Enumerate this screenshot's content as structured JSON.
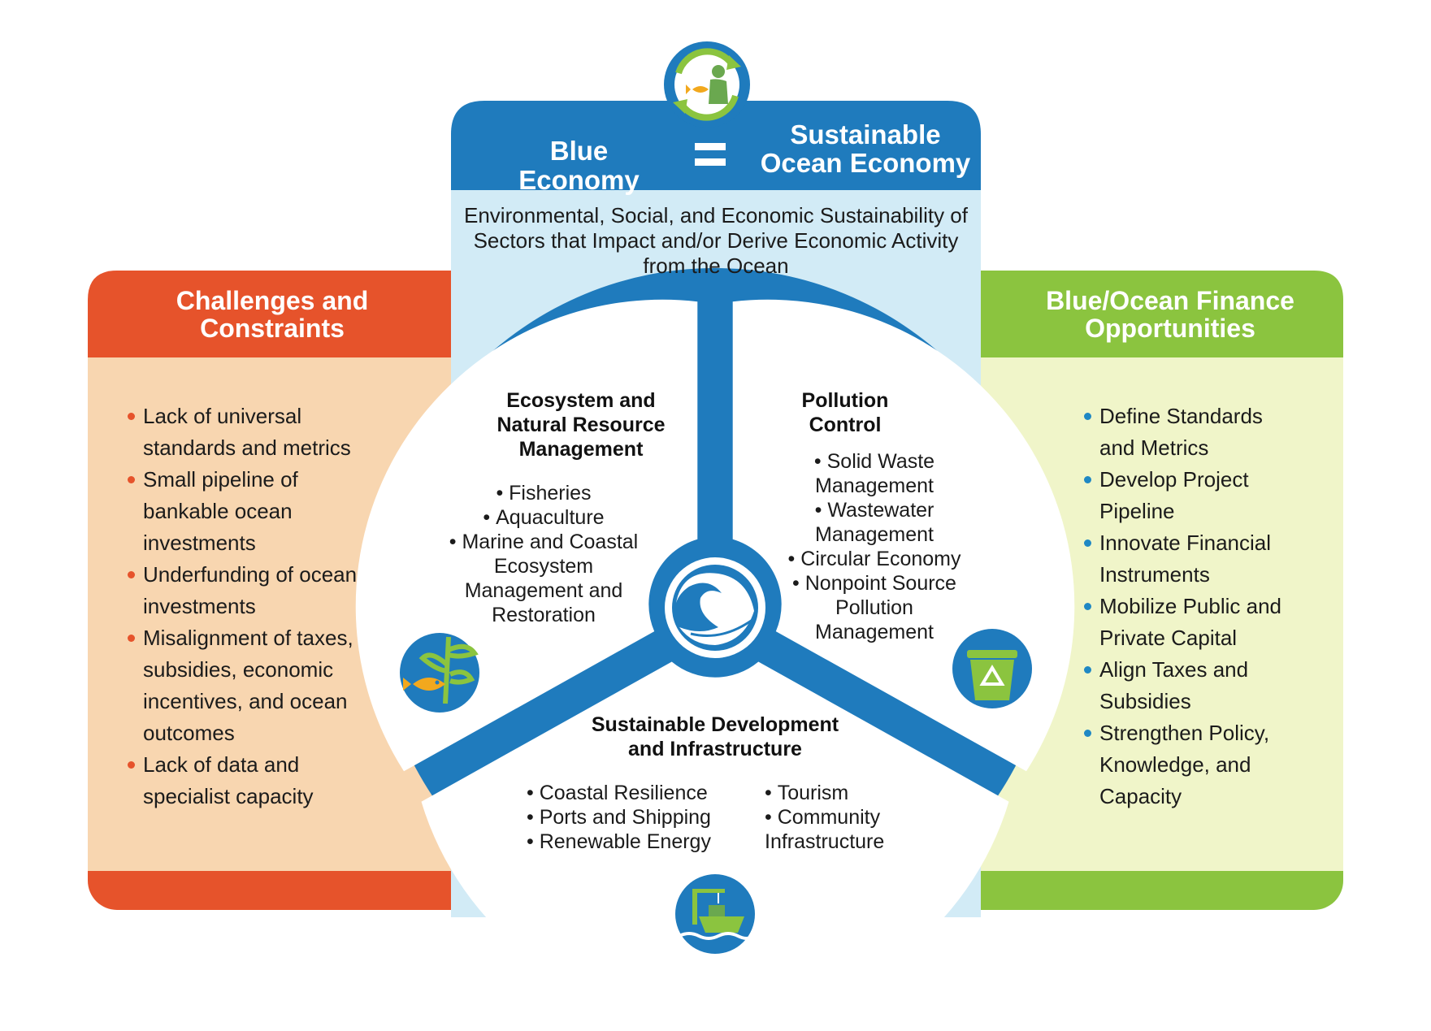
{
  "header": {
    "left_label": "Blue Economy",
    "equals_symbol": "=",
    "right_label_line1": "Sustainable",
    "right_label_line2": "Ocean Economy"
  },
  "subtitle": "Environmental, Social, and Economic Sustainability of Sectors that Impact and/or Derive Economic Activity from the Ocean",
  "challenges": {
    "title_line1": "Challenges and",
    "title_line2": "Constraints",
    "items": [
      "Lack of universal standards and metrics",
      "Small pipeline of bankable ocean investments",
      "Underfunding of ocean investments",
      "Misalignment of taxes, subsidies, economic incentives, and ocean outcomes",
      "Lack of data and specialist capacity"
    ]
  },
  "finance": {
    "title_line1": "Blue/Ocean Finance",
    "title_line2": "Opportunities",
    "items": [
      "Define Standards and Metrics",
      "Develop Project Pipeline",
      "Innovate Financial Instruments",
      "Mobilize Public and Private Capital",
      "Align Taxes and Subsidies",
      "Strengthen Policy, Knowledge, and Capacity"
    ]
  },
  "segments": {
    "ecosystem": {
      "title": "Ecosystem and Natural Resource Management",
      "items": [
        "Fisheries",
        "Aquaculture",
        "Marine and Coastal Ecosystem Management and Restoration"
      ]
    },
    "pollution": {
      "title": "Pollution Control",
      "items": [
        "Solid Waste Management",
        "Wastewater Management",
        "Circular Economy",
        "Nonpoint Source Pollution Management"
      ]
    },
    "development": {
      "title": "Sustainable Development and Infrastructure",
      "items_left": [
        "Coastal Resilience",
        "Ports and Shipping",
        "Renewable Energy"
      ],
      "items_right": [
        "Tourism",
        "Community Infrastructure"
      ]
    }
  },
  "icons": {
    "header": "person-fishing-cycle-icon",
    "center": "ocean-wave-icon",
    "ecosystem": "fish-and-plant-icon",
    "pollution": "recycling-bin-icon",
    "development": "port-crane-ship-icon"
  },
  "colors": {
    "blue_dark": "#1f7bbd",
    "blue_light": "#d2ebf6",
    "orange": "#e6532b",
    "orange_light": "#f8d6b0",
    "green": "#8bc43f",
    "green_light": "#f0f5c9"
  }
}
